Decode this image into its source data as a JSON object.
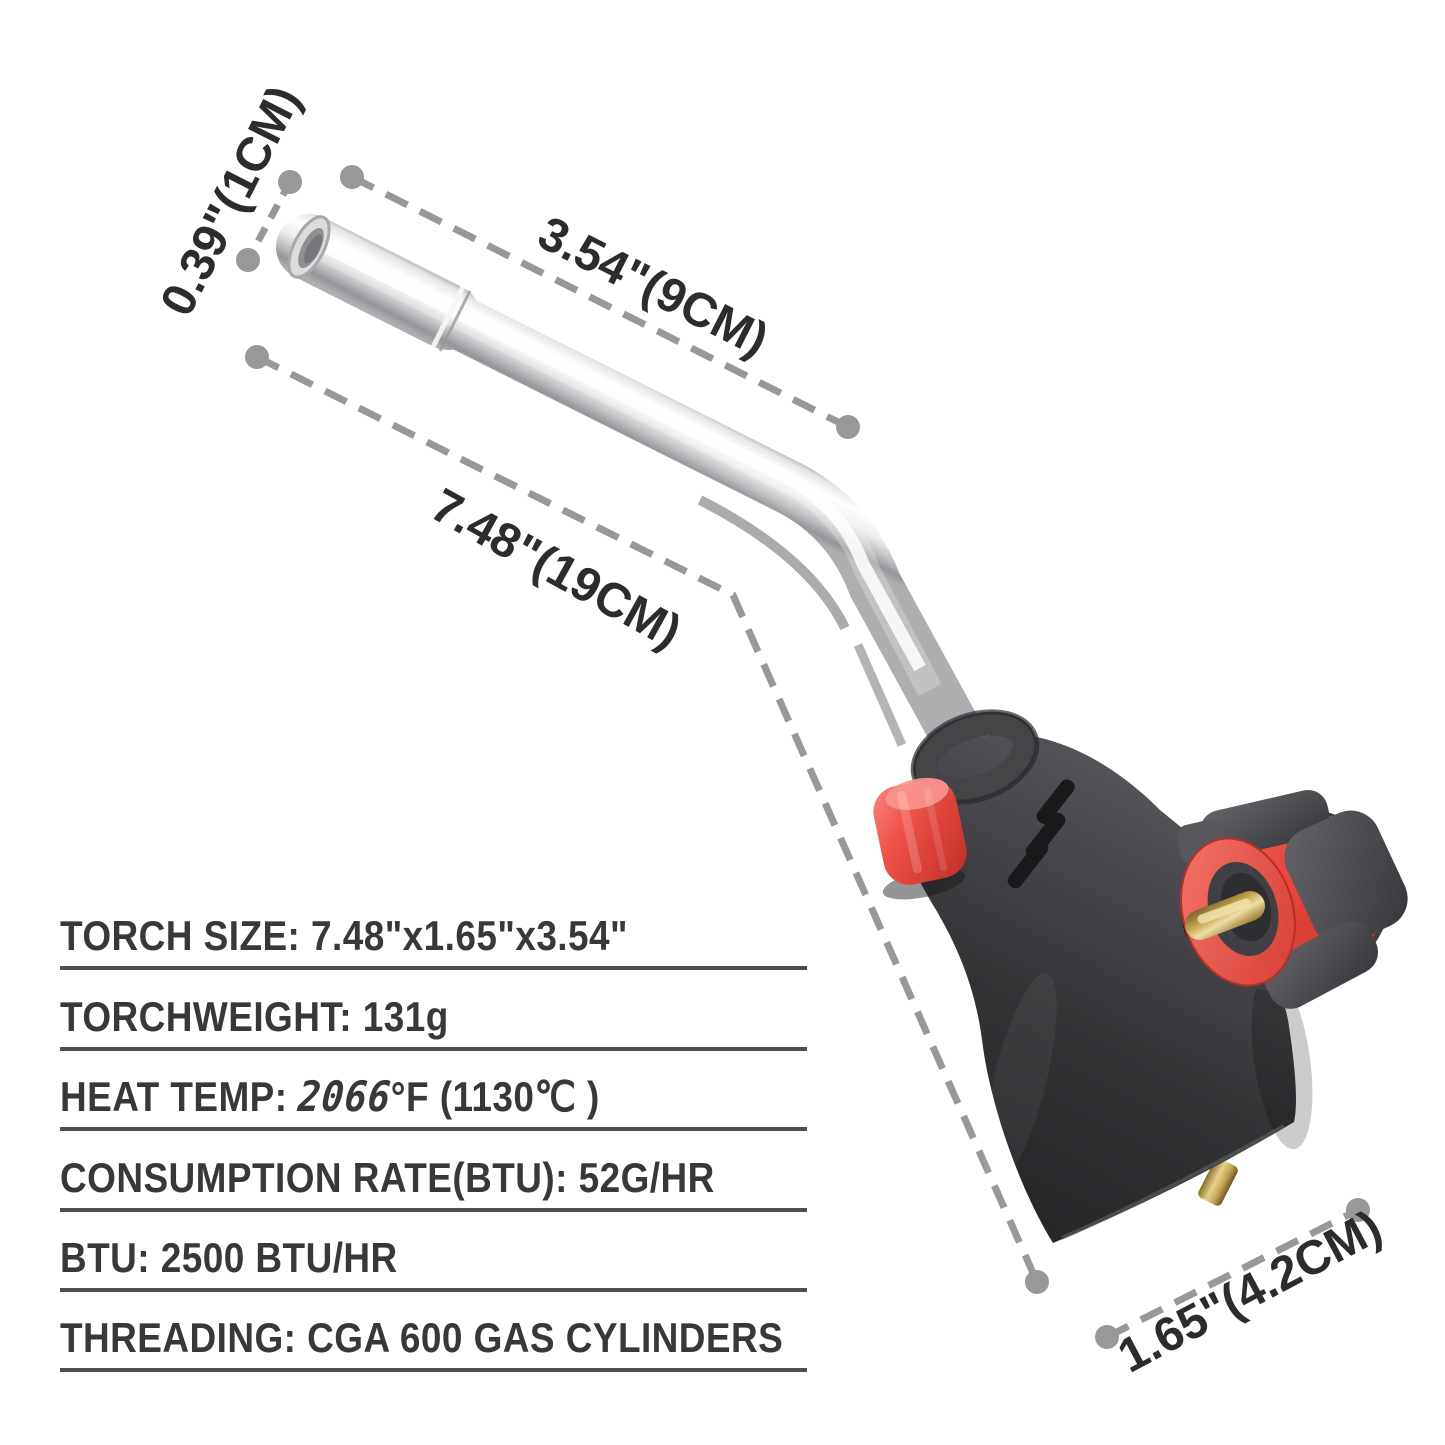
{
  "product": {
    "name": "gas-torch-head",
    "illustration": "propane torch with bent silver burner tube, black body, red ignition button and red adjustment knob"
  },
  "dimensions": {
    "nozzle_diameter": {
      "text": "0.39\"(1CM)"
    },
    "nozzle_length": {
      "text": "3.54\"(9CM)"
    },
    "torch_height": {
      "text": "7.48\"(19CM)"
    },
    "body_width": {
      "text": "1.65\"(4.2CM)"
    }
  },
  "specs": {
    "rows": [
      {
        "text": "TORCH SIZE: 7.48\"x1.65\"x3.54\""
      },
      {
        "text": "TORCHWEIGHT: 131g"
      },
      {
        "prefix": "HEAT TEMP: ",
        "number": "2066",
        "suffix": "°F (1130℃ )"
      },
      {
        "text": "CONSUMPTION RATE(BTU): 52G/HR"
      },
      {
        "text": "BTU: 2500 BTU/HR"
      },
      {
        "text": "THREADING: CGA 600 GAS CYLINDERS"
      }
    ]
  },
  "colors": {
    "background": "#ffffff",
    "annotation_gray": "#98989b",
    "text_dark": "#38383a",
    "line_gray": "#4e4e51",
    "accent_red": "#e8453a",
    "body_dark": "#2f2f32",
    "metal_light": "#f5f5f7",
    "brass": "#caa952"
  }
}
